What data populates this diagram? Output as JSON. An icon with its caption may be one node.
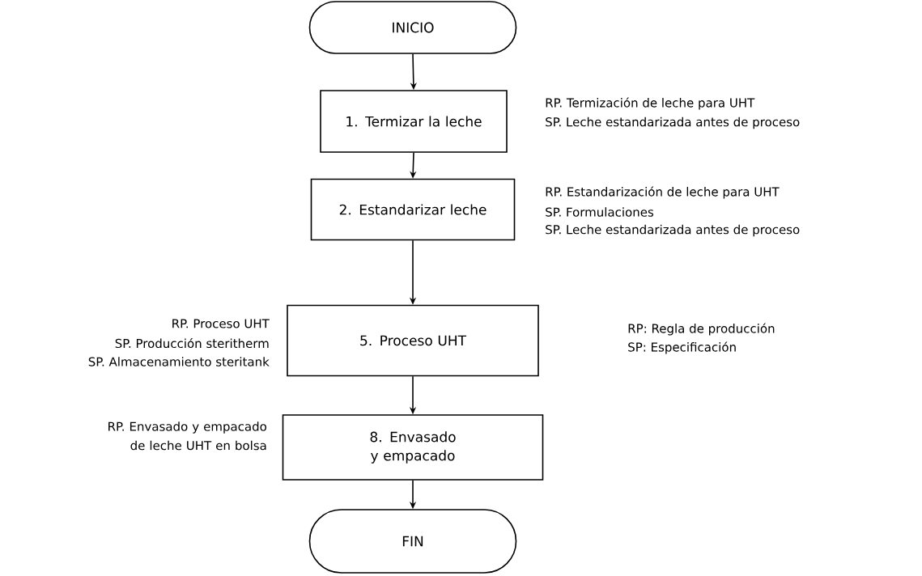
{
  "diagram": {
    "nodes": [
      {
        "text": [
          "INICIO"
        ]
      },
      {
        "text": [
          "1. Termizar la leche"
        ],
        "beside": [
          "RP. Termización de leche para UHT",
          "SP. Leche estandarizada antes de proceso"
        ]
      },
      {
        "text": [
          "2. Estandarizar leche"
        ],
        "beside": [
          "RP. Estandarización de leche para UHT",
          "SP. Formulaciones",
          "SP. Leche estandarizada antes de proceso"
        ]
      },
      {
        "text": [
          "5. Proceso UHT"
        ],
        "beside": [
          "RP. Proceso UHT",
          "SP. Producción steritherm",
          "SP. Almacenamiento steritank"
        ]
      },
      {
        "text": [
          "8. Envasado y empacado"
        ],
        "beside": [
          "RP. Envasado y empacado de leche UHT en bolsa"
        ]
      },
      {
        "text": [
          "FIN"
        ]
      }
    ],
    "edges": [
      {
        "from": 0,
        "to": 1,
        "arrow": "to"
      },
      {
        "from": 1,
        "to": 2,
        "arrow": "to"
      },
      {
        "from": 2,
        "to": 3,
        "arrow": "to"
      },
      {
        "from": 3,
        "to": 4,
        "arrow": "to"
      },
      {
        "from": 4,
        "to": 5,
        "arrow": "to"
      }
    ],
    "labels": [
      "RP: Regla de producción",
      "SP: Especificación"
    ]
  }
}
